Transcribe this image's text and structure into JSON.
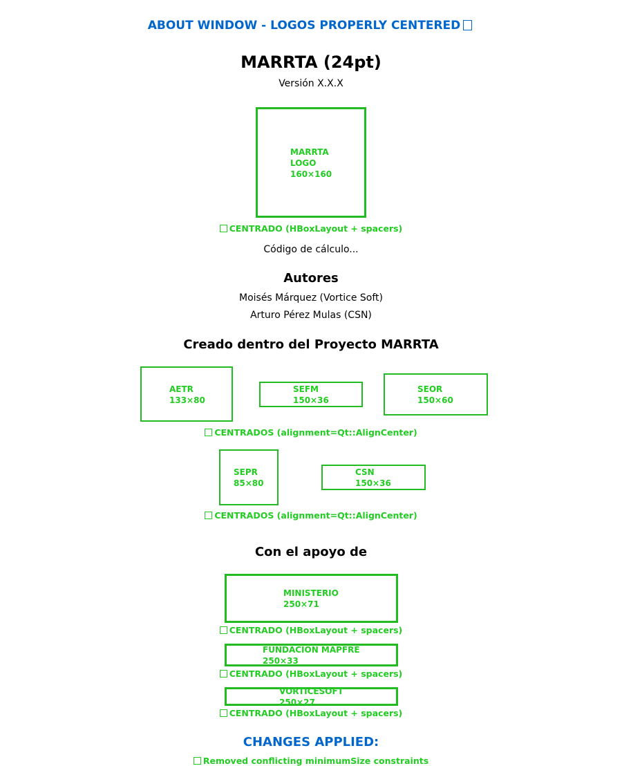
{
  "header": {
    "text": "ABOUT WINDOW - LOGOS PROPERLY CENTERED"
  },
  "app": {
    "title": "MARRTA (24pt)",
    "version": "Versión X.X.X",
    "code_text": "Código de cálculo..."
  },
  "main_logo": {
    "name": "MARRTA",
    "type": "LOGO",
    "size": "160×160",
    "note": "CENTRADO (HBoxLayout + spacers)"
  },
  "authors": {
    "title": "Autores",
    "list": [
      "Moisés Márquez (Vortice Soft)",
      "Arturo Pérez Mulas (CSN)"
    ]
  },
  "project": {
    "title": "Creado dentro del Proyecto MARRTA",
    "row1": [
      {
        "name": "AETR",
        "size": "133×80"
      },
      {
        "name": "SEFM",
        "size": "150×36"
      },
      {
        "name": "SEOR",
        "size": "150×60"
      }
    ],
    "row1_note": "CENTRADOS (alignment=Qt::AlignCenter)",
    "row2": [
      {
        "name": "SEPR",
        "size": "85×80"
      },
      {
        "name": "CSN",
        "size": "150×36"
      }
    ],
    "row2_note": "CENTRADOS (alignment=Qt::AlignCenter)"
  },
  "support": {
    "title": "Con el apoyo de",
    "logos": [
      {
        "name": "MINISTERIO",
        "size": "250×71",
        "note": "CENTRADO (HBoxLayout + spacers)"
      },
      {
        "name": "FUNDACIÓN MAPFRE",
        "size": "250×33",
        "note": "CENTRADO (HBoxLayout + spacers)"
      },
      {
        "name": "VORTICESOFT",
        "size": "250×27",
        "note": "CENTRADO (HBoxLayout + spacers)"
      }
    ]
  },
  "changes": {
    "title": "CHANGES APPLIED:",
    "items": [
      "Removed conflicting minimumSize constraints"
    ]
  },
  "colors": {
    "header_blue": "#0066cc",
    "logo_green": "#22bb22",
    "note_green": "#22cc22"
  },
  "icons": {
    "check": "check-icon"
  }
}
